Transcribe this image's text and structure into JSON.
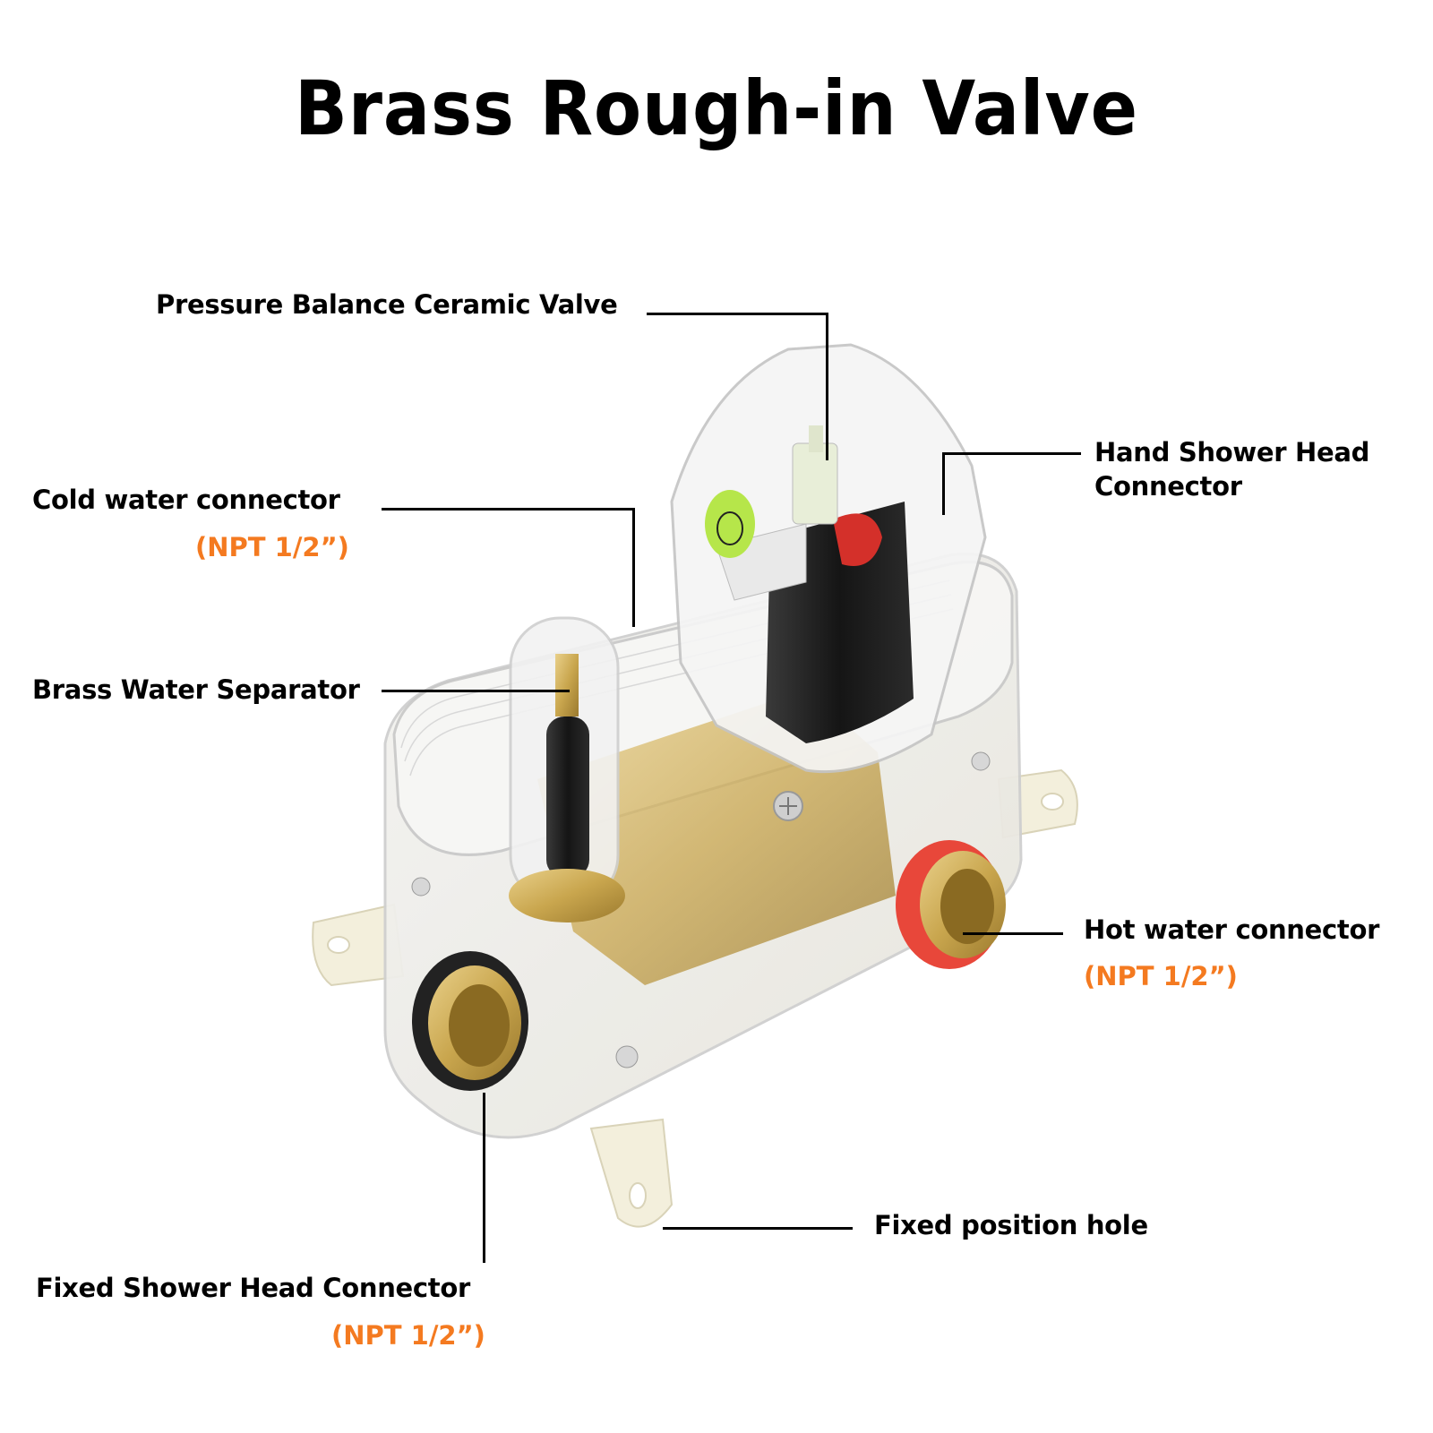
{
  "title": "Brass Rough-in Valve",
  "colors": {
    "label_text": "#000000",
    "spec_text": "#F47A20",
    "background": "#FFFFFF",
    "leader_line": "#000000",
    "brass": "#C9A64E",
    "hot_ring": "#E8473A",
    "cold_ring": "#222222"
  },
  "callouts": {
    "pressure_valve": {
      "label": "Pressure Balance Ceramic Valve"
    },
    "hand_shower": {
      "label_line1": "Hand Shower Head",
      "label_line2": "Connector"
    },
    "cold_water": {
      "label": "Cold water connector",
      "spec": "(NPT 1/2”)"
    },
    "brass_separator": {
      "label": "Brass Water Separator"
    },
    "hot_water": {
      "label": "Hot water connector",
      "spec": "(NPT 1/2”)"
    },
    "fixed_hole": {
      "label": "Fixed position hole"
    },
    "fixed_shower": {
      "label": "Fixed Shower Head Connector",
      "spec": "(NPT 1/2”)"
    }
  }
}
